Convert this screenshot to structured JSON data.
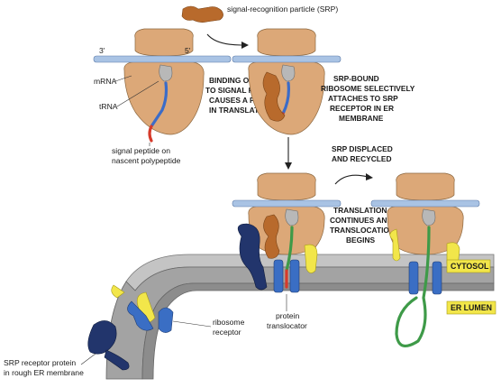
{
  "labels": {
    "srp": "signal-recognition particle (SRP)",
    "three_prime": "3'",
    "five_prime": "5'",
    "mrna": "mRNA",
    "trna": "tRNA",
    "signal_peptide_1": "signal peptide on",
    "signal_peptide_2": "nascent polypeptide",
    "binding_1": "BINDING OF SRP",
    "binding_2": "TO SIGNAL PEPTIDE",
    "binding_3": "CAUSES A PAUSE",
    "binding_4": "IN TRANSLATION",
    "attach_1": "SRP-BOUND",
    "attach_2": "RIBOSOME SELECTIVELY",
    "attach_3": "ATTACHES TO SRP",
    "attach_4": "RECEPTOR IN ER",
    "attach_5": "MEMBRANE",
    "displaced_1": "SRP DISPLACED",
    "displaced_2": "AND RECYCLED",
    "cont_1": "TRANSLATION",
    "cont_2": "CONTINUES AND",
    "cont_3": "TRANSLOCATION",
    "cont_4": "BEGINS",
    "cytosol": "CYTOSOL",
    "er_lumen": "ER LUMEN",
    "ribosome_receptor_1": "ribosome",
    "ribosome_receptor_2": "receptor",
    "translocator_1": "protein",
    "translocator_2": "translocator",
    "srp_receptor_1": "SRP receptor protein",
    "srp_receptor_2": "in rough ER membrane"
  },
  "colors": {
    "ribosome": "#dca878",
    "srp": "#b86a2c",
    "mrna": "#a9c3e4",
    "trna": "#b8b8b8",
    "peptide_red": "#d63a2a",
    "peptide_blue": "#3b6cc8",
    "peptide_green": "#3e9a48",
    "membrane": "#9c9c9c",
    "receptor_navy": "#22356c",
    "translocator_blue": "#3a6ec4",
    "yellow": "#f2e64a"
  }
}
